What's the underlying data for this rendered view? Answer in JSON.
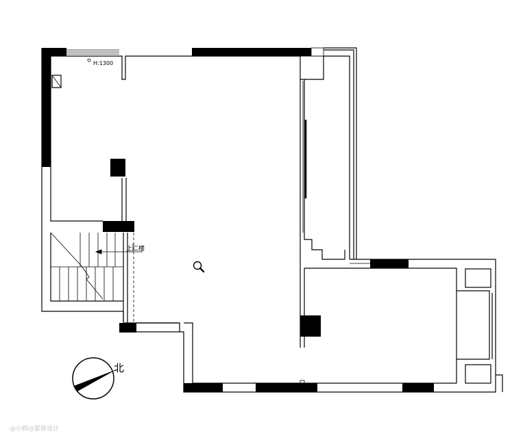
{
  "labels": {
    "window_height": "H:1300",
    "stair_up": "上二楼",
    "north": "北",
    "watermark": "@小鸥@家装设计"
  },
  "icons": {
    "search": "magnifier-icon",
    "compass": "compass-icon"
  }
}
